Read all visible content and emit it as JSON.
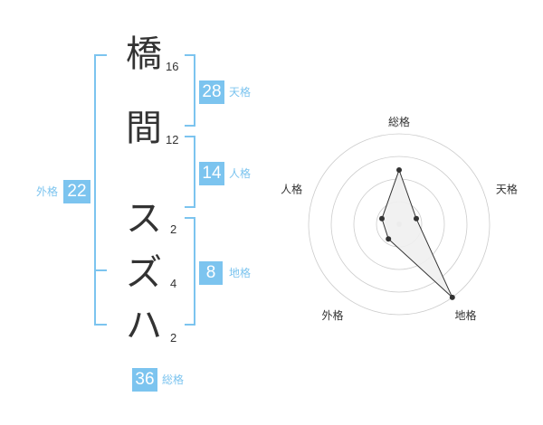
{
  "name": {
    "characters": [
      {
        "char": "橋",
        "strokes": "16"
      },
      {
        "char": "間",
        "strokes": "12"
      },
      {
        "char": "ス",
        "strokes": "2"
      },
      {
        "char": "ズ",
        "strokes": "4"
      },
      {
        "char": "ハ",
        "strokes": "2"
      }
    ]
  },
  "fortune": {
    "tenkaku": {
      "value": "28",
      "label": "天格"
    },
    "jinkaku": {
      "value": "14",
      "label": "人格"
    },
    "chikaku": {
      "value": "8",
      "label": "地格"
    },
    "gaikaku": {
      "value": "22",
      "label": "外格"
    },
    "soukaku": {
      "value": "36",
      "label": "総格"
    }
  },
  "colors": {
    "accent": "#7cc4ef",
    "text": "#333333",
    "radar_fill": "#f0f0f0",
    "radar_stroke": "#333333",
    "grid": "#cccccc"
  },
  "chart_data": {
    "type": "radar",
    "axes": [
      "総格",
      "天格",
      "地格",
      "外格",
      "人格"
    ],
    "values": [
      3,
      1,
      5,
      1,
      1
    ],
    "max": 5,
    "rings": 4
  }
}
